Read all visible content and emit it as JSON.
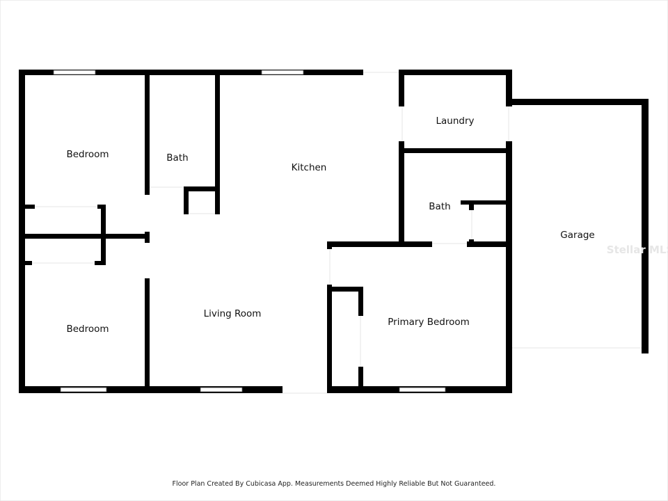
{
  "rooms": {
    "bedroom_1": "Bedroom",
    "bath_1": "Bath",
    "kitchen": "Kitchen",
    "laundry": "Laundry",
    "bath_2": "Bath",
    "garage": "Garage",
    "bedroom_2": "Bedroom",
    "living_room": "Living Room",
    "primary_bedroom": "Primary Bedroom"
  },
  "watermark": "Stellar MLS",
  "footer": "Floor Plan Created By Cubicasa App. Measurements Deemed Highly Reliable But Not Guaranteed.",
  "colors": {
    "wall": "#000000",
    "background": "#ffffff"
  }
}
